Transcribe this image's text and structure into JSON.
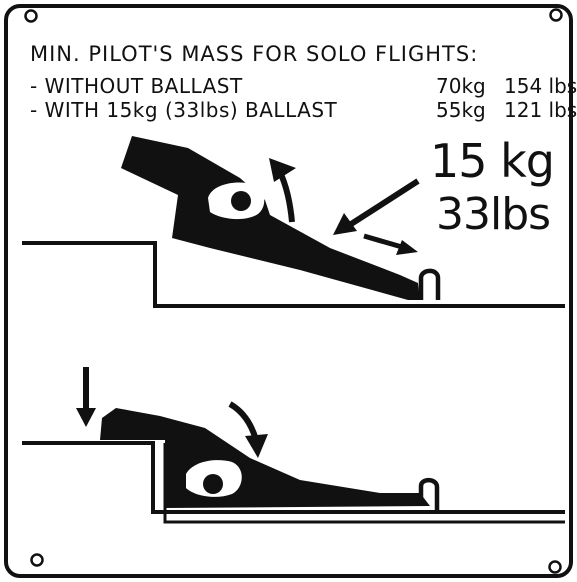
{
  "placard": {
    "title": "MIN. PILOT'S MASS FOR SOLO FLIGHTS:",
    "rows": [
      {
        "label": "- WITHOUT BALLAST",
        "kg": "70kg",
        "lbs": "154 lbs"
      },
      {
        "label": "- WITH 15kg (33lbs) BALLAST",
        "kg": "55kg",
        "lbs": "121 lbs"
      }
    ],
    "ballast_kg": "15 kg",
    "ballast_lbs": "33lbs"
  },
  "colors": {
    "ink": "#111111",
    "background": "#ffffff"
  },
  "icons": [
    "mounting-hole-icon",
    "ballast-insertion-diagram",
    "ballast-removed-diagram"
  ]
}
